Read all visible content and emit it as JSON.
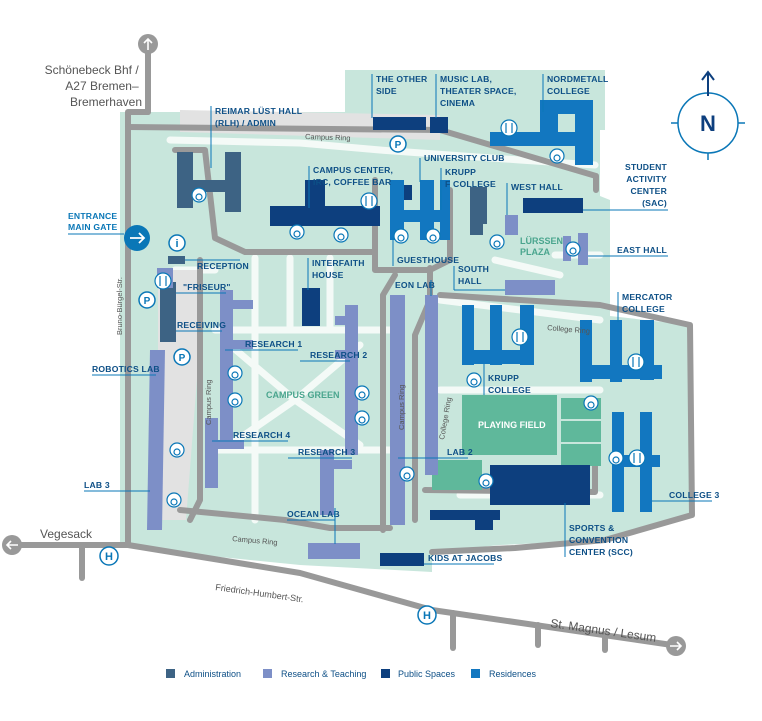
{
  "roads": {
    "top_destination": [
      "Schönebeck Bhf /",
      "A27 Bremen–",
      "Bremerhaven"
    ],
    "left_destination": "Vegesack",
    "right_destination": "St. Magnus / Lesum",
    "friedrich": "Friedrich-Humbert-Str.",
    "bruno": "Bruno-Bürgel-Str.",
    "campus_ring_top": "Campus Ring",
    "campus_ring_bottom": "Campus Ring",
    "campus_ring_west": "Campus Ring",
    "campus_ring_east": "Campus Ring",
    "college_ring_east": "College Ring",
    "college_ring_west": "College Ring"
  },
  "compass": {
    "letter": "N"
  },
  "entrance": [
    "ENTRANCE",
    "MAIN GATE"
  ],
  "icons": {
    "info": "i",
    "parking": "P",
    "bus": "H"
  },
  "buildings": {
    "other_side": [
      "THE OTHER",
      "SIDE"
    ],
    "music_lab": [
      "MUSIC LAB,",
      "THEATER SPACE,",
      "CINEMA"
    ],
    "nordmetall": [
      "NORDMETALL",
      "COLLEGE"
    ],
    "reimar": [
      "REIMAR LÜST HALL",
      "(RLH) / ADMIN"
    ],
    "campus_center": [
      "CAMPUS CENTER,",
      "IRC, COFFEE BAR"
    ],
    "university_club": "UNIVERSITY CLUB",
    "krupp_f": [
      "KRUPP",
      "F COLLEGE"
    ],
    "west_hall": "WEST HALL",
    "sac": [
      "STUDENT",
      "ACTIVITY",
      "CENTER",
      "(SAC)"
    ],
    "east_hall": "EAST HALL",
    "guesthouse": "GUESTHOUSE",
    "south_hall": [
      "SOUTH",
      "HALL"
    ],
    "reception": "RECEPTION",
    "friseur": "\"FRISEUR\"",
    "receiving": "RECEIVING",
    "interfaith": [
      "INTERFAITH",
      "HOUSE"
    ],
    "eon_lab": "EON LAB",
    "mercator": [
      "MERCATOR",
      "COLLEGE"
    ],
    "robotics_lab": "ROBOTICS LAB",
    "research_1": "RESEARCH 1",
    "research_2": "RESEARCH 2",
    "research_3": "RESEARCH 3",
    "research_4": "RESEARCH 4",
    "krupp_college": [
      "KRUPP",
      "COLLEGE"
    ],
    "lab_2": "LAB 2",
    "lab_3": "LAB 3",
    "college_3": "COLLEGE 3",
    "ocean_lab": "OCEAN LAB",
    "sports": [
      "SPORTS &",
      "CONVENTION",
      "CENTER (SCC)"
    ],
    "kids": "KIDS AT JACOBS"
  },
  "areas": {
    "campus_green": "CAMPUS GREEN",
    "lurssen": [
      "LÜRSSEN",
      "PLAZA"
    ],
    "playing_field": "PLAYING FIELD"
  },
  "legend": [
    {
      "label": "Administration",
      "color": "#3d6384"
    },
    {
      "label": "Research & Teaching",
      "color": "#7d8fc7"
    },
    {
      "label": "Public Spaces",
      "color": "#0d3f7e"
    },
    {
      "label": "Residences",
      "color": "#1277c0"
    }
  ],
  "colors": {
    "campus": "#c8e6dc",
    "path": "#f4faf7",
    "road": "#999999",
    "parking": "#e2e2e2",
    "field": "#5fb89b",
    "administration": "#3d6384",
    "research": "#7d8fc7",
    "public": "#0d3f7e",
    "residence": "#1277c0",
    "accent": "#0a77b7"
  }
}
